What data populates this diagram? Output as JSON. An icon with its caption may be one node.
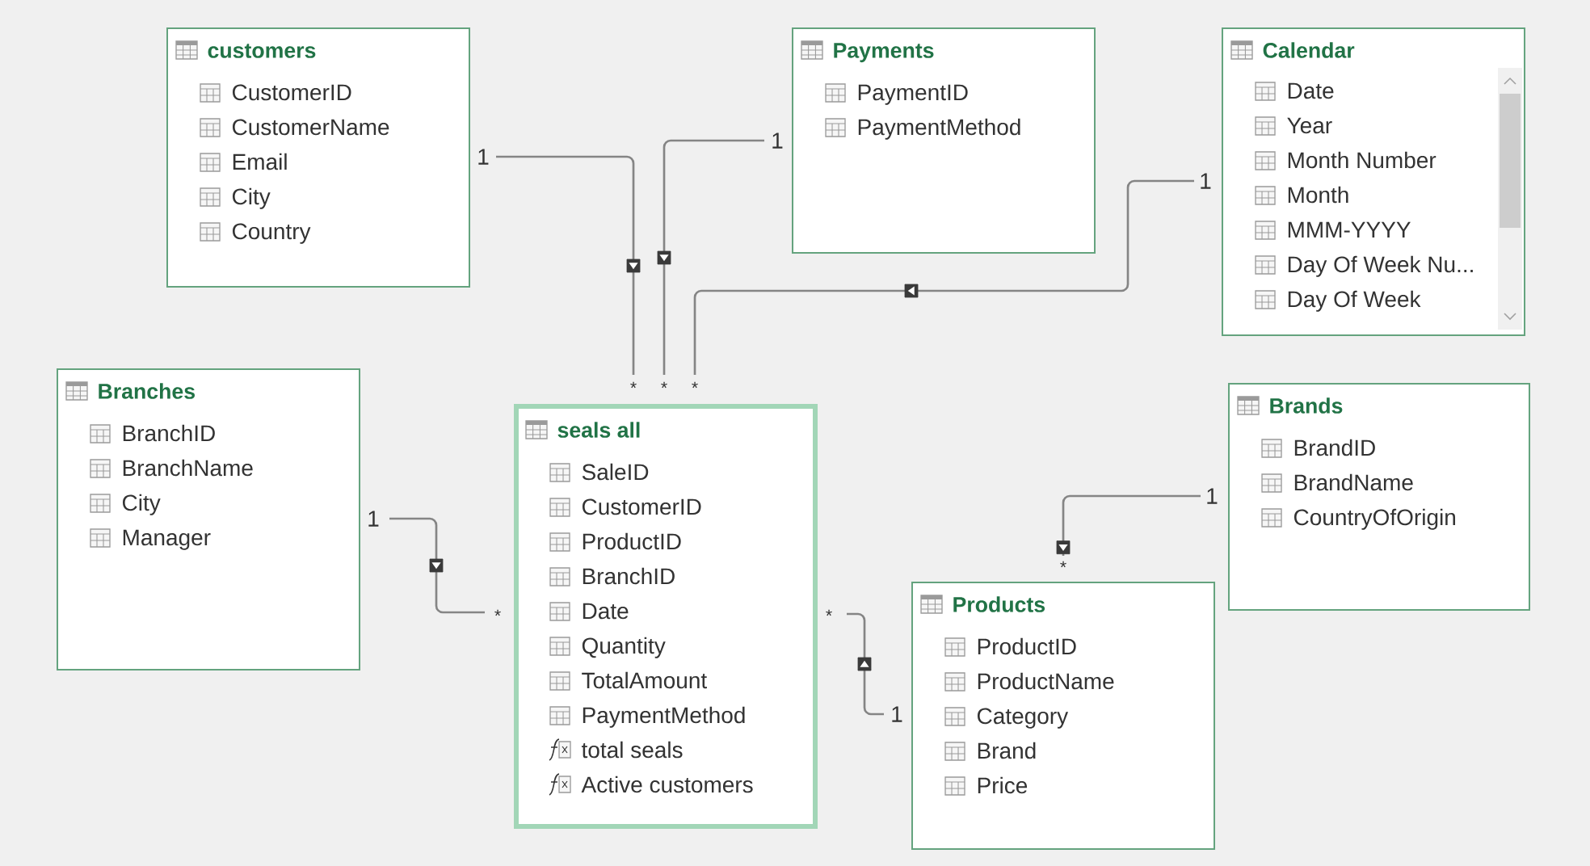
{
  "diagram": {
    "nodes": [
      {
        "text": [
          "customers",
          "CustomerID",
          "CustomerName",
          "Email",
          "City",
          "Country"
        ]
      },
      {
        "text": [
          "Payments",
          "PaymentID",
          "PaymentMethod"
        ]
      },
      {
        "text": [
          "Calendar",
          "Date",
          "Year",
          "Month Number",
          "Month",
          "MMM-YYYY",
          "Day Of Week Nu...",
          "Day Of Week"
        ]
      },
      {
        "text": [
          "Branches",
          "BranchID",
          "BranchName",
          "City",
          "Manager"
        ]
      },
      {
        "text": [
          "seals all",
          "SaleID",
          "CustomerID",
          "ProductID",
          "BranchID",
          "Date",
          "Quantity",
          "TotalAmount",
          "PaymentMethod",
          "total seals",
          "Active customers"
        ]
      },
      {
        "text": [
          "Brands",
          "BrandID",
          "BrandName",
          "CountryOfOrigin"
        ]
      },
      {
        "text": [
          "Products",
          "ProductID",
          "ProductName",
          "Category",
          "Brand",
          "Price"
        ]
      }
    ],
    "edges": [
      {
        "from": 0,
        "to": 4,
        "arrow": "to"
      },
      {
        "from": 1,
        "to": 4,
        "arrow": "to"
      },
      {
        "from": 2,
        "to": 4,
        "arrow": "to"
      },
      {
        "from": 3,
        "to": 4,
        "arrow": "to"
      },
      {
        "from": 6,
        "to": 4,
        "arrow": "to"
      },
      {
        "from": 5,
        "to": 6,
        "arrow": "to"
      }
    ],
    "labels": [
      "1",
      "*",
      "1",
      "*",
      "1",
      "*",
      "1",
      "*",
      "1",
      "*",
      "1",
      "*"
    ]
  }
}
